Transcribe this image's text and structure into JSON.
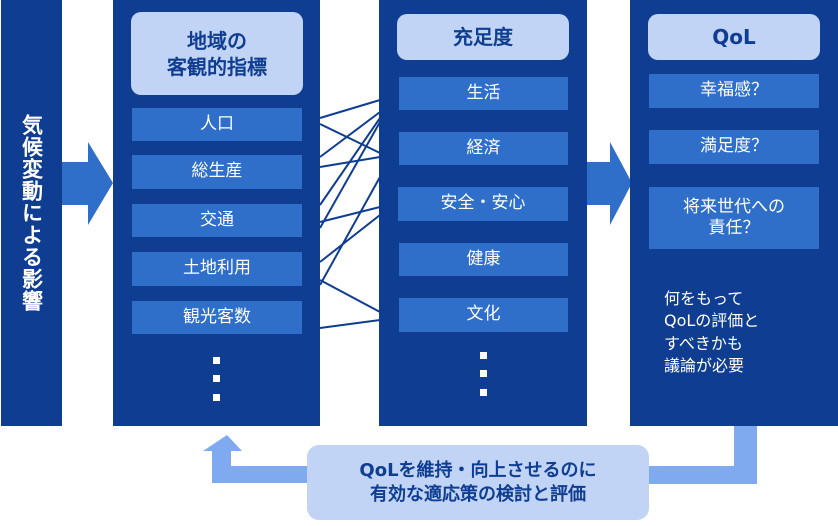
{
  "left_bar": {
    "label": "気候変動による影響"
  },
  "col_indicators": {
    "title": "地域の\n客観的指標",
    "items": [
      "人口",
      "総生産",
      "交通",
      "土地利用",
      "観光客数"
    ],
    "ellipsis": true
  },
  "col_satisfaction": {
    "title": "充足度",
    "items": [
      "生活",
      "経済",
      "安全・安心",
      "健康",
      "文化"
    ],
    "ellipsis": true
  },
  "col_qol": {
    "title": "QoL",
    "items": [
      "幸福感？",
      "満足度？",
      "将来世代への\n責任？"
    ],
    "note": "何をもって\nQoLの評価と\nすべきかも\n議論が必要"
  },
  "feedback": {
    "label": "QoLを維持・向上させるのに\n有効な適応策の検討と評価"
  },
  "colors": {
    "dark": "#0f3d91",
    "item": "#2f6fca",
    "header": "#c1d4f6",
    "feedback_arrow": "#7faaf0"
  }
}
